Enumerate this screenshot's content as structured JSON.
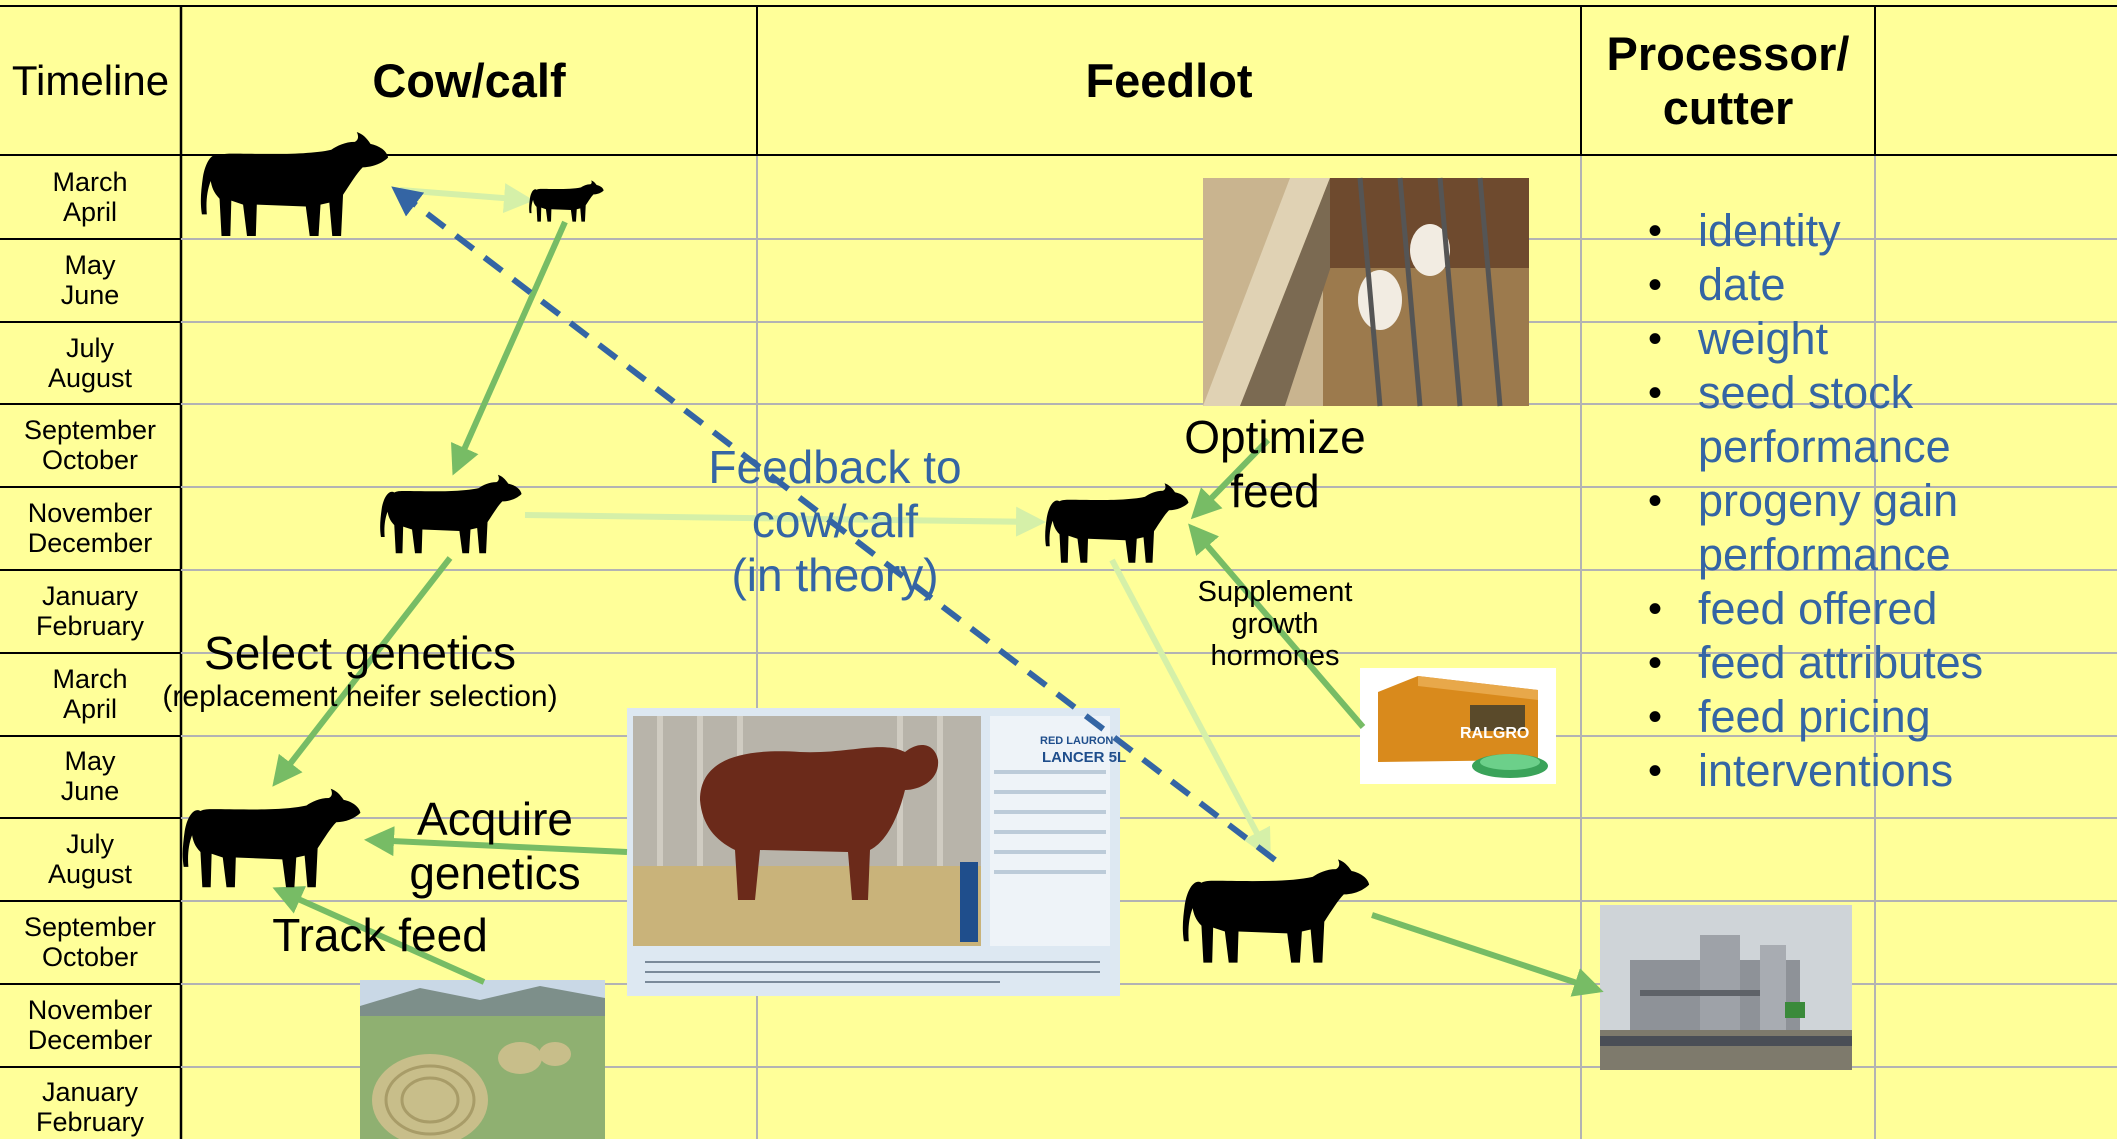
{
  "headers": {
    "timeline": "Timeline",
    "cowcalf": "Cow/calf",
    "feedlot": "Feedlot",
    "processor": "Processor/\ncutter"
  },
  "timeline": [
    "March\nApril",
    "May\nJune",
    "July\nAugust",
    "September\nOctober",
    "November\nDecember",
    "January\nFebruary",
    "March\nApril",
    "May\nJune",
    "July\nAugust",
    "September\nOctober",
    "November\nDecember",
    "January\nFebruary"
  ],
  "labels": {
    "select_genetics": "Select genetics",
    "replacement": "(replacement heifer selection)",
    "acquire_genetics": "Acquire\ngenetics",
    "track_feed": "Track feed",
    "optimize_feed": "Optimize\nfeed",
    "supplement": "Supplement\ngrowth\nhormones",
    "feedback": "Feedback to\ncow/calf\n(in theory)"
  },
  "processor_items": [
    "identity",
    "date",
    "weight",
    "seed stock performance",
    "progeny gain performance",
    "feed offered",
    "feed attributes",
    "feed pricing",
    "interventions"
  ],
  "bull_card": {
    "name_line1": "RED LAURON",
    "name_line2": "LANCER 5L"
  },
  "ralgro_box": {
    "brand": "RALGRO"
  },
  "colors": {
    "background": "#ffff99",
    "grid": "#b3b3b3",
    "grid_dark": "#000000",
    "arrow_green": "#77bc65",
    "arrow_light": "#d5f0a8",
    "feedback_blue": "#3465a4",
    "silhouette": "#000000"
  },
  "icons": [
    "cow-silhouette-icon",
    "calf-silhouette-icon",
    "arrow-head-icon"
  ]
}
